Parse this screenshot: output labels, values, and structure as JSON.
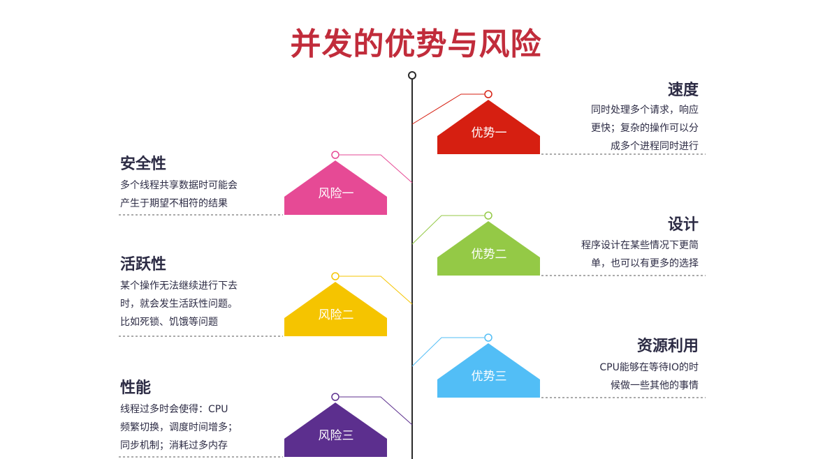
{
  "title": "并发的优势与风险",
  "colors": {
    "title": "#c12c3b",
    "advantage_1": "#d61f11",
    "advantage_2": "#94c946",
    "advantage_3": "#52bef6",
    "risk_1": "#e64a95",
    "risk_2": "#f5c400",
    "risk_3": "#5c2f8e"
  },
  "advantages": [
    {
      "badge": "优势一",
      "heading": "速度",
      "lines": [
        "同时处理多个请求，响应",
        "更快；复杂的操作可以分",
        "成多个进程同时进行"
      ]
    },
    {
      "badge": "优势二",
      "heading": "设计",
      "lines": [
        "程序设计在某些情况下更简",
        "单，也可以有更多的选择"
      ]
    },
    {
      "badge": "优势三",
      "heading": "资源利用",
      "lines": [
        "CPU能够在等待IO的时",
        "候做一些其他的事情"
      ]
    }
  ],
  "risks": [
    {
      "badge": "风险一",
      "heading": "安全性",
      "lines": [
        "多个线程共享数据时可能会",
        "产生于期望不相符的结果"
      ]
    },
    {
      "badge": "风险二",
      "heading": "活跃性",
      "lines": [
        "某个操作无法继续进行下去",
        "时，就会发生活跃性问题。",
        "比如死锁、饥饿等问题"
      ]
    },
    {
      "badge": "风险三",
      "heading": "性能",
      "lines": [
        "线程过多时会使得：CPU",
        "频繁切换，调度时间增多；",
        "同步机制；消耗过多内存"
      ]
    }
  ]
}
